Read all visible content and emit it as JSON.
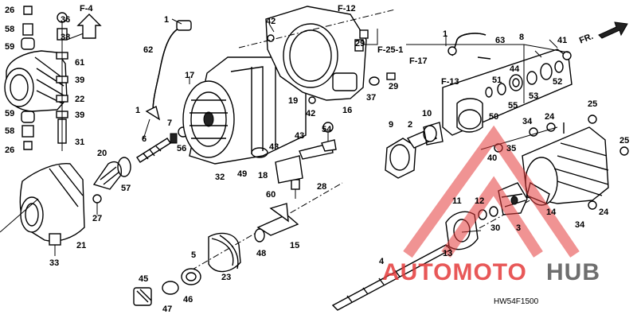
{
  "diagram": {
    "code": "HW54F1500",
    "direction_label": "FR.",
    "refs": [
      {
        "id": "f4",
        "text": "F-4"
      },
      {
        "id": "f12",
        "text": "F-12"
      },
      {
        "id": "f251",
        "text": "F-25-1"
      },
      {
        "id": "f17",
        "text": "F-17"
      },
      {
        "id": "f13",
        "text": "F-13"
      }
    ],
    "labels": [
      {
        "id": "l1a",
        "text": "1"
      },
      {
        "id": "l1b",
        "text": "1"
      },
      {
        "id": "l1c",
        "text": "1"
      },
      {
        "id": "l2",
        "text": "2"
      },
      {
        "id": "l3",
        "text": "3"
      },
      {
        "id": "l4",
        "text": "4"
      },
      {
        "id": "l5",
        "text": "5"
      },
      {
        "id": "l6",
        "text": "6"
      },
      {
        "id": "l7",
        "text": "7"
      },
      {
        "id": "l8",
        "text": "8"
      },
      {
        "id": "l9",
        "text": "9"
      },
      {
        "id": "l10",
        "text": "10"
      },
      {
        "id": "l11",
        "text": "11"
      },
      {
        "id": "l12",
        "text": "12"
      },
      {
        "id": "l13",
        "text": "13"
      },
      {
        "id": "l14",
        "text": "14"
      },
      {
        "id": "l15",
        "text": "15"
      },
      {
        "id": "l16",
        "text": "16"
      },
      {
        "id": "l17",
        "text": "17"
      },
      {
        "id": "l18",
        "text": "18"
      },
      {
        "id": "l19",
        "text": "19"
      },
      {
        "id": "l20",
        "text": "20"
      },
      {
        "id": "l21",
        "text": "21"
      },
      {
        "id": "l22",
        "text": "22"
      },
      {
        "id": "l23",
        "text": "23"
      },
      {
        "id": "l24a",
        "text": "24"
      },
      {
        "id": "l24b",
        "text": "24"
      },
      {
        "id": "l25a",
        "text": "25"
      },
      {
        "id": "l25b",
        "text": "25"
      },
      {
        "id": "l26a",
        "text": "26"
      },
      {
        "id": "l26b",
        "text": "26"
      },
      {
        "id": "l27",
        "text": "27"
      },
      {
        "id": "l28",
        "text": "28"
      },
      {
        "id": "l29a",
        "text": "29"
      },
      {
        "id": "l29b",
        "text": "29"
      },
      {
        "id": "l30",
        "text": "30"
      },
      {
        "id": "l31",
        "text": "31"
      },
      {
        "id": "l32",
        "text": "32"
      },
      {
        "id": "l33",
        "text": "33"
      },
      {
        "id": "l34a",
        "text": "34"
      },
      {
        "id": "l34b",
        "text": "34"
      },
      {
        "id": "l35",
        "text": "35"
      },
      {
        "id": "l36",
        "text": "36"
      },
      {
        "id": "l37",
        "text": "37"
      },
      {
        "id": "l38",
        "text": "38"
      },
      {
        "id": "l39a",
        "text": "39"
      },
      {
        "id": "l39b",
        "text": "39"
      },
      {
        "id": "l40",
        "text": "40"
      },
      {
        "id": "l41",
        "text": "41"
      },
      {
        "id": "l42a",
        "text": "42"
      },
      {
        "id": "l42b",
        "text": "42"
      },
      {
        "id": "l43a",
        "text": "43"
      },
      {
        "id": "l43b",
        "text": "43"
      },
      {
        "id": "l44",
        "text": "44"
      },
      {
        "id": "l45",
        "text": "45"
      },
      {
        "id": "l46",
        "text": "46"
      },
      {
        "id": "l47",
        "text": "47"
      },
      {
        "id": "l48",
        "text": "48"
      },
      {
        "id": "l49",
        "text": "49"
      },
      {
        "id": "l50",
        "text": "50"
      },
      {
        "id": "l51",
        "text": "51"
      },
      {
        "id": "l52",
        "text": "52"
      },
      {
        "id": "l53",
        "text": "53"
      },
      {
        "id": "l54",
        "text": "54"
      },
      {
        "id": "l55",
        "text": "55"
      },
      {
        "id": "l56",
        "text": "56"
      },
      {
        "id": "l57",
        "text": "57"
      },
      {
        "id": "l58a",
        "text": "58"
      },
      {
        "id": "l58b",
        "text": "58"
      },
      {
        "id": "l59a",
        "text": "59"
      },
      {
        "id": "l59b",
        "text": "59"
      },
      {
        "id": "l60",
        "text": "60"
      },
      {
        "id": "l61",
        "text": "61"
      },
      {
        "id": "l62",
        "text": "62"
      },
      {
        "id": "l63",
        "text": "63"
      }
    ]
  },
  "watermark": {
    "part1": "AUTOMOTO",
    "part2": "HUB",
    "color_main": "#e43b3b",
    "color_alt": "#555555"
  }
}
